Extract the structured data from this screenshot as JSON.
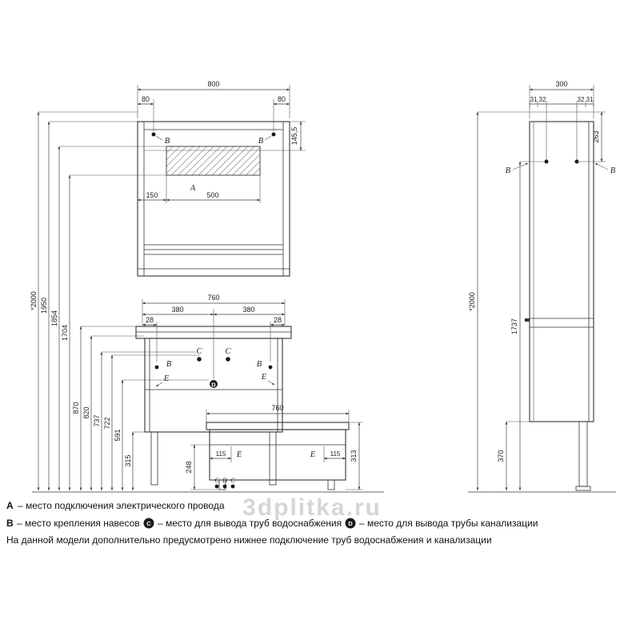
{
  "watermark": "3dplitka.ru",
  "front": {
    "mirror": {
      "w": "800",
      "off_l": "80",
      "off_r": "80",
      "lamp_h": "145,5",
      "zone_off": "150",
      "zone_w": "500",
      "a": "A",
      "b": "B"
    },
    "heights": [
      "*2000",
      "1950",
      "1854",
      "1704",
      "870",
      "820",
      "737",
      "722",
      "591",
      "315"
    ],
    "vanity": {
      "w": "760",
      "half_l": "380",
      "half_r": "380",
      "off_l": "28",
      "off_r": "28",
      "b": "B",
      "c": "C",
      "d": "D",
      "e": "E"
    }
  },
  "basin_side": {
    "w": "760",
    "inset_l": "115",
    "inset_r": "115",
    "h": "313",
    "h2": "248",
    "c": "C",
    "d": "D",
    "e": "E"
  },
  "cabinet_side": {
    "depth": "300",
    "off": [
      "31",
      "32",
      "32",
      "31"
    ],
    "top_to_hook": "263",
    "h_total": "*2000",
    "hook_h": "1737",
    "bottom_h": "370",
    "b": "B"
  },
  "legend": {
    "a_key": "A",
    "a_text": "– место подключения электрического провода",
    "b_key": "B",
    "b_text": "– место крепления навесов",
    "c_key": "C",
    "c_text": "– место для вывода труб водоснабжения",
    "d_key": "D",
    "d_text": "– место для вывода трубы канализации",
    "note": "На данной модели дополнительно предусмотрено нижнее подключение труб водоснабжения и канализации"
  }
}
